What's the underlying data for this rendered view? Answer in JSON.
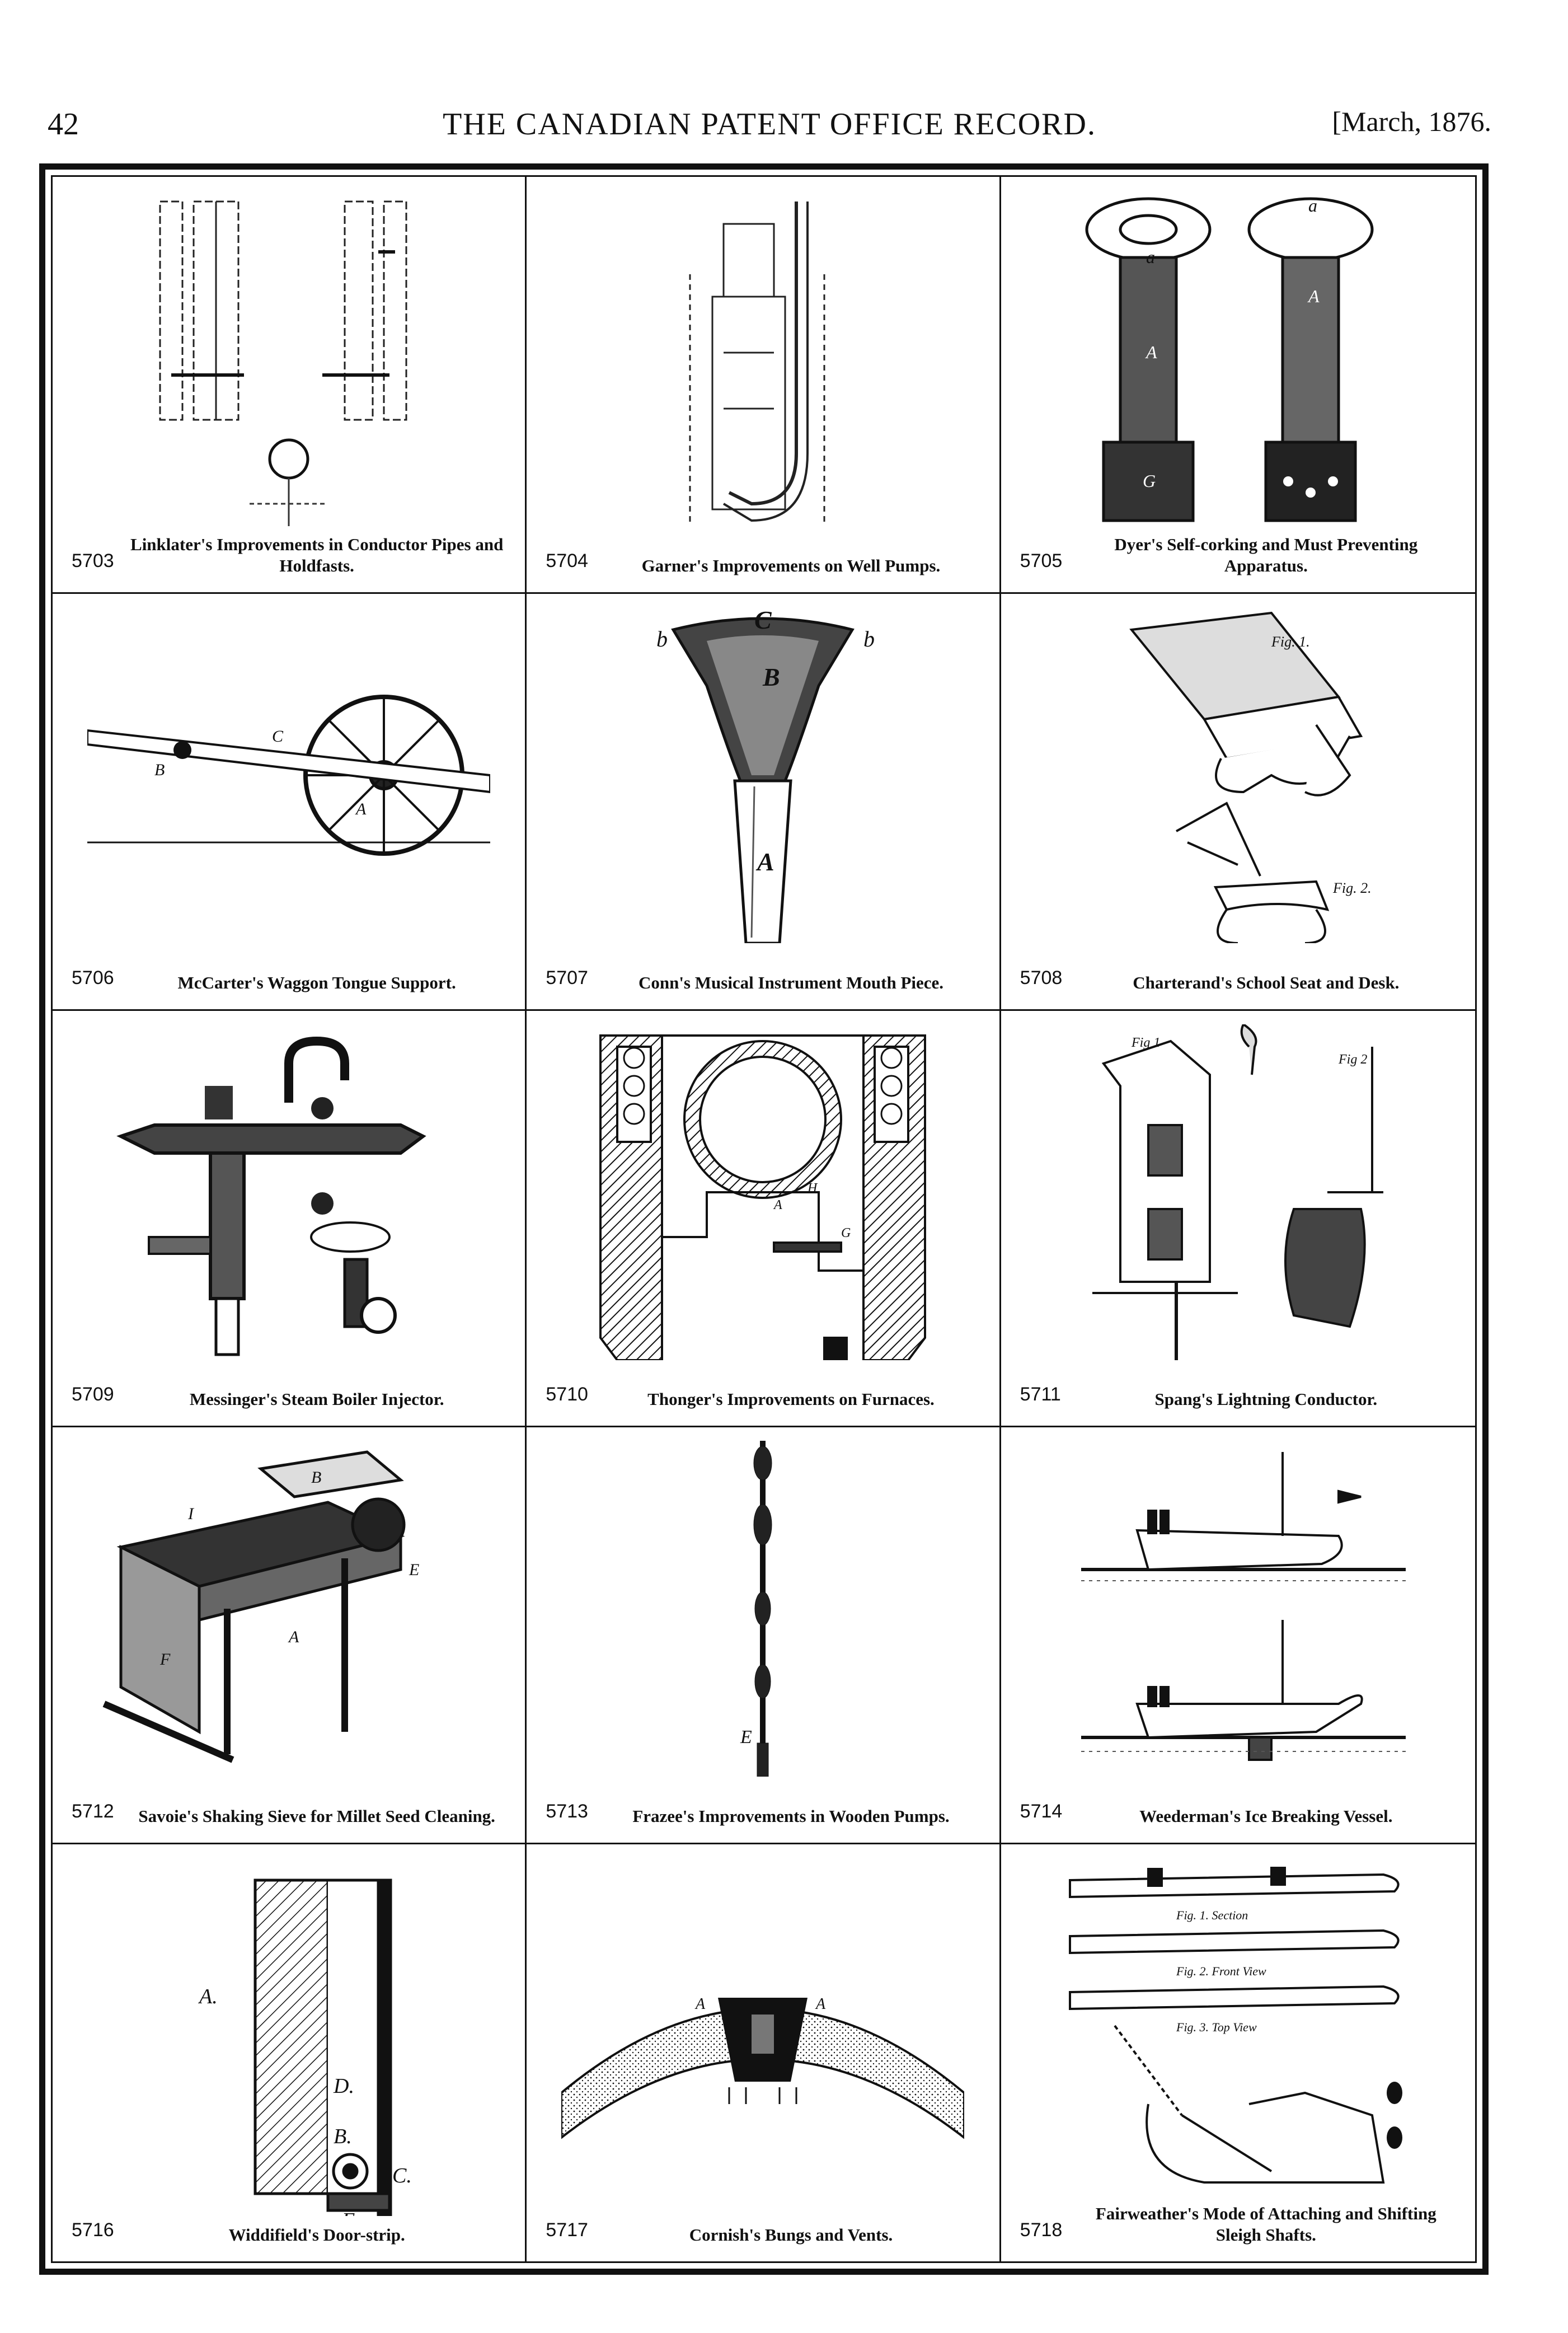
{
  "header": {
    "page_number": "42",
    "title": "THE CANADIAN PATENT OFFICE RECORD.",
    "date": "[March, 1876."
  },
  "patents": [
    {
      "number": "5703",
      "title": "Linklater's Improvements in Conductor Pipes and Holdfasts."
    },
    {
      "number": "5704",
      "title": "Garner's Improvements on Well Pumps."
    },
    {
      "number": "5705",
      "title": "Dyer's Self-corking and Must Preventing Apparatus."
    },
    {
      "number": "5706",
      "title": "McCarter's Waggon Tongue Support."
    },
    {
      "number": "5707",
      "title": "Conn's Musical Instrument Mouth Piece."
    },
    {
      "number": "5708",
      "title": "Charterand's School Seat and Desk."
    },
    {
      "number": "5709",
      "title": "Messinger's Steam Boiler Injector."
    },
    {
      "number": "5710",
      "title": "Thonger's Improvements on Furnaces."
    },
    {
      "number": "5711",
      "title": "Spang's Lightning Conductor."
    },
    {
      "number": "5712",
      "title": "Savoie's Shaking Sieve for Millet Seed Cleaning."
    },
    {
      "number": "5713",
      "title": "Frazee's Improvements in Wooden Pumps."
    },
    {
      "number": "5714",
      "title": "Weederman's Ice Breaking Vessel."
    },
    {
      "number": "5716",
      "title": "Widdifield's Door-strip."
    },
    {
      "number": "5717",
      "title": "Cornish's Bungs and Vents."
    },
    {
      "number": "5718",
      "title": "Fairweather's Mode of Attaching and Shifting Sleigh Shafts."
    }
  ],
  "figure_labels": {
    "dyer": [
      "a",
      "a",
      "A",
      "A",
      "G"
    ],
    "mccarter": [
      "B",
      "C",
      "A"
    ],
    "conn": [
      "C",
      "B",
      "A",
      "b",
      "b"
    ],
    "charterand": [
      "Fig. 1.",
      "Fig. 2."
    ],
    "thonger": [
      "A",
      "H",
      "G"
    ],
    "spang": [
      "Fig 1",
      "Fig 2"
    ],
    "savoie": [
      "B",
      "I",
      "F",
      "A",
      "E"
    ],
    "frazee": [
      "E"
    ],
    "widdifield": [
      "A.",
      "D.",
      "B.",
      "C.",
      "E."
    ],
    "cornish": [
      "A",
      "A"
    ],
    "fairweather": [
      "Fig. 1. Section",
      "Fig. 2. Front View",
      "Fig. 3. Top View"
    ]
  }
}
